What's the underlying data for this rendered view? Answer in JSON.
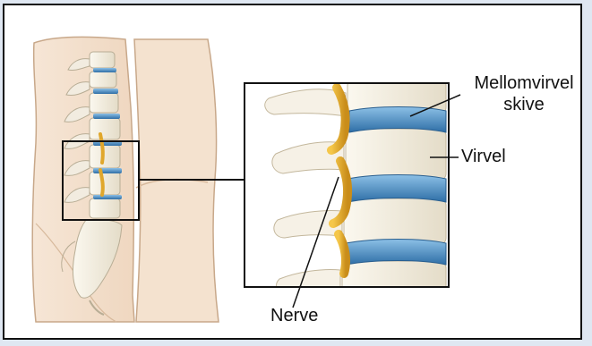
{
  "diagram": {
    "labels": {
      "disc_line1": "Mellomvirvel",
      "disc_line2": "skive",
      "vertebra": "Virvel",
      "nerve": "Nerve"
    },
    "colors": {
      "background": "#dfe7f2",
      "frame_border": "#111111",
      "skin": "#f3e1cf",
      "skin_outline": "#c8a88a",
      "bone": "#ece7d8",
      "disc": "#4f8fc4",
      "nerve": "#e0a72c"
    },
    "icons": [
      "lower-back-illustration",
      "spine-closeup-illustration"
    ]
  }
}
